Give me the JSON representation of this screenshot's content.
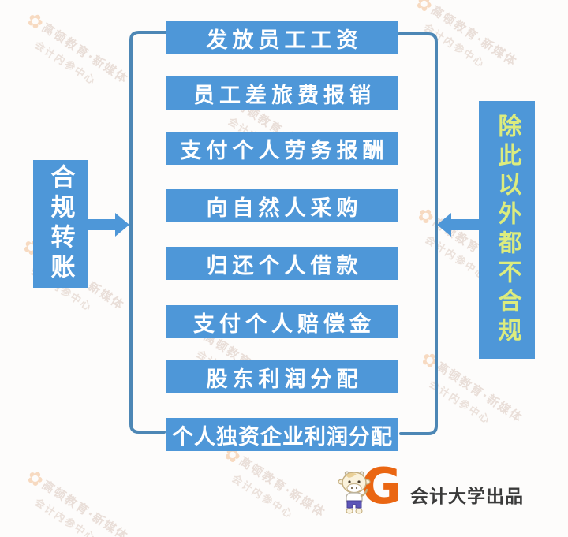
{
  "left_node": {
    "label": "合规转账"
  },
  "right_node": {
    "label": "除此以外都不合规"
  },
  "items": [
    "发放员工工资",
    "员工差旅费报销",
    "支付个人劳务报酬",
    "向自然人采购",
    "归还个人借款",
    "支付个人赔偿金",
    "股东利润分配",
    "个人独资企业利润分配"
  ],
  "footer": {
    "brand_letter": "G",
    "brand_text": "会计大学出品"
  },
  "watermark": {
    "flower": "✿",
    "line1": "高顿教育·新媒体",
    "line2": "会计内参中心"
  },
  "colors": {
    "node_blue": "#4e97d8",
    "bracket_line": "#4d87b5",
    "right_node_text": "#dcec7e",
    "brand_orange": "#ea6612",
    "background": "#fdfcfb"
  }
}
